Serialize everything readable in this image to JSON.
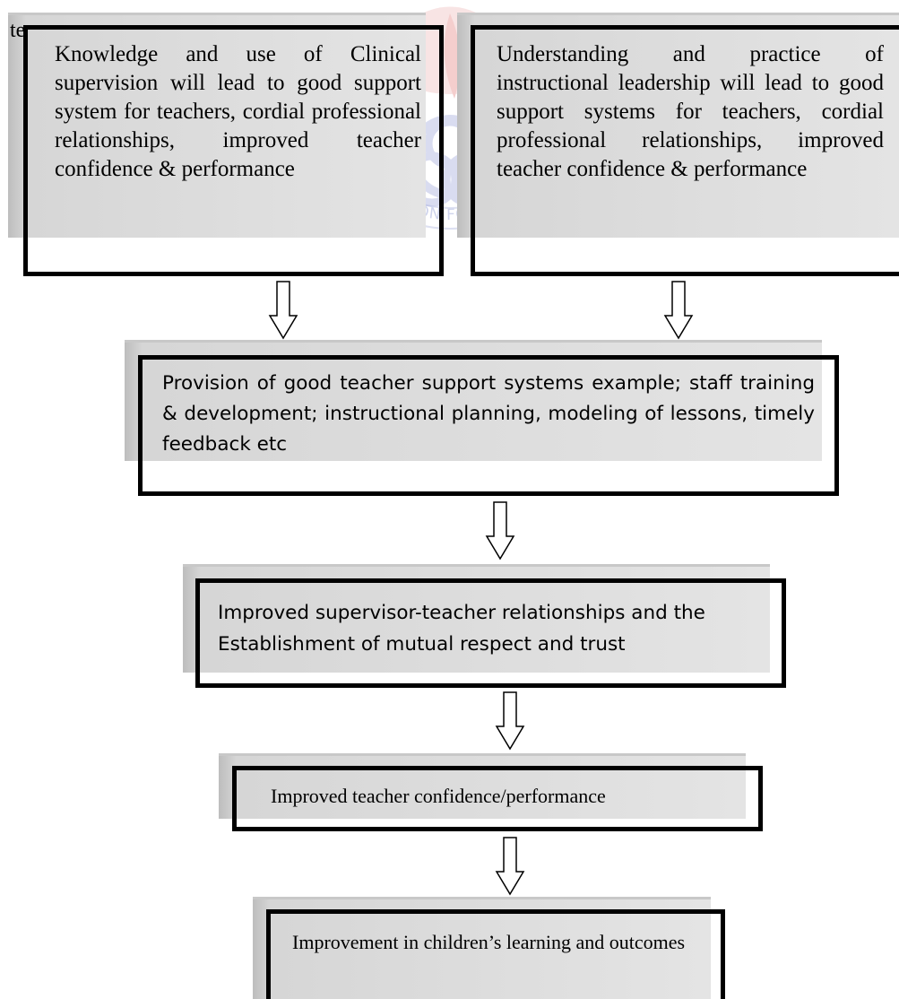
{
  "stray_text": "te",
  "watermark": {
    "motto": "EDUCATION FOR SERVICE"
  },
  "boxes": {
    "clinical_supervision": "Knowledge and use of Clinical supervision will lead to good support system for teachers, cordial professional relationships, improved teacher confidence & performance",
    "instructional_leadership": "Understanding and practice of instructional leadership will lead to good support systems for teachers, cordial professional relationships, improved teacher confidence & performance",
    "support_systems": "Provision of good teacher support systems example; staff training & development; instructional planning, modeling of lessons, timely feedback etc",
    "relationships": "Improved supervisor-teacher relationships and the Establishment of mutual respect and trust",
    "confidence": "Improved teacher confidence/performance",
    "learning_outcomes": "Improvement in children’s learning and outcomes"
  },
  "colors": {
    "border": "#000000",
    "shadow": "#cfcfcf",
    "watermark_red": "#d9534f",
    "watermark_blue": "#3f51b5"
  }
}
